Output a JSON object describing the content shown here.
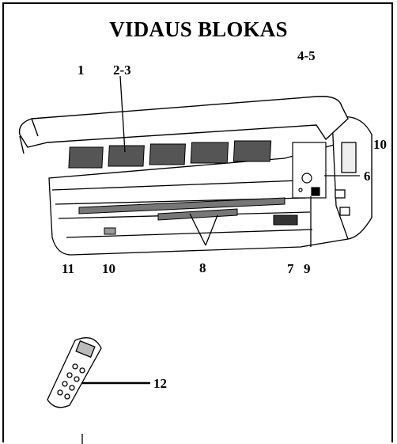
{
  "title": "VIDAUS BLOKAS",
  "labels": {
    "l1": "1",
    "l2": "2-3",
    "l3": "4-5",
    "l4": "10",
    "l5": "6",
    "l6": "11",
    "l7": "10",
    "l8": "8",
    "l9": "7",
    "l10": "9",
    "l11": "12"
  }
}
